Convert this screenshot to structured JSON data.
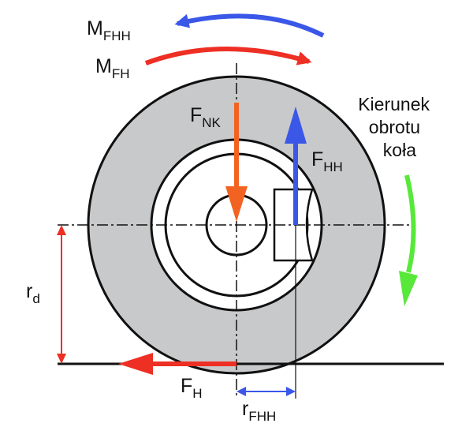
{
  "labels": {
    "m_fhh": {
      "main": "M",
      "sub": "FHH"
    },
    "m_fh": {
      "main": "M",
      "sub": "FH"
    },
    "f_nk": {
      "main": "F",
      "sub": "NK"
    },
    "f_hh": {
      "main": "F",
      "sub": "HH"
    },
    "f_h": {
      "main": "F",
      "sub": "H"
    },
    "r_d": {
      "main": "r",
      "sub": "d"
    },
    "r_fhh": {
      "main": "r",
      "sub": "FHH"
    },
    "rotation": [
      "Kierunek",
      "obrotu",
      "koła"
    ]
  },
  "colors": {
    "tyre": "#c8c9ca",
    "outline": "#111111",
    "red": "#ee2f24",
    "blue": "#3b57e8",
    "orange": "#f26322",
    "green": "#58e83a"
  }
}
